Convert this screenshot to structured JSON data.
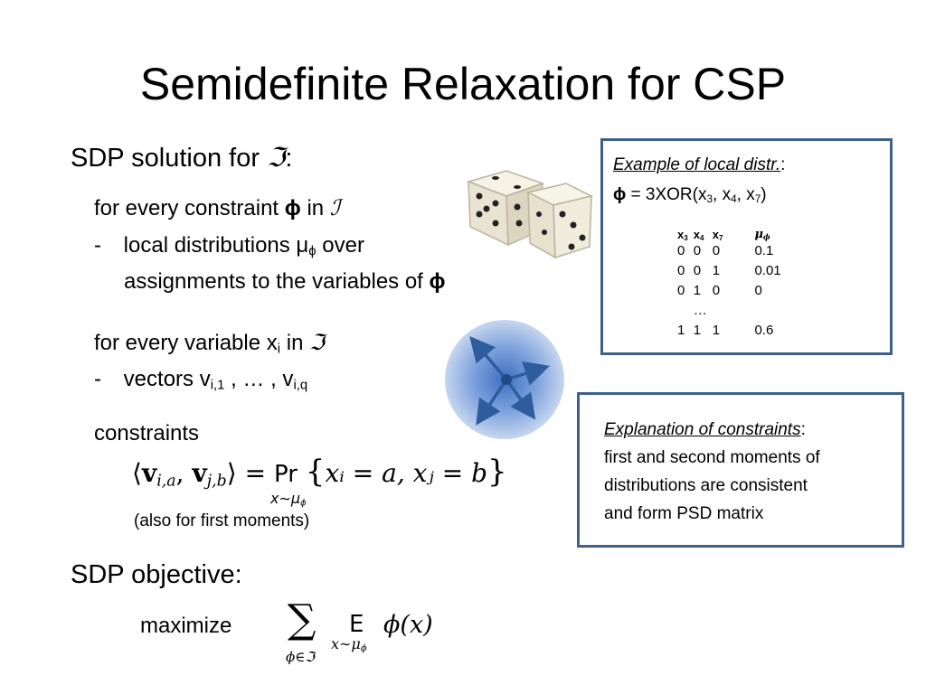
{
  "title": "Semidefinite Relaxation for CSP",
  "sdp_solution": {
    "heading": "SDP solution for",
    "heading_symbol": "ℑ",
    "colon": ":",
    "constraint_line": {
      "prefix": "for every constraint",
      "phi": "ϕ",
      "in": "in",
      "symbol": "ℐ"
    },
    "local_dist": {
      "dash": "-",
      "text_a": "local distributions μ",
      "sub": "ϕ",
      "text_b": "over"
    },
    "assignments": {
      "text": "assignments to the variables of",
      "phi": "ϕ"
    },
    "variable_line": {
      "prefix": "for every variable x",
      "sub": "i",
      "in": "in",
      "symbol": "ℑ"
    },
    "vectors": {
      "dash": "-",
      "text": "vectors v",
      "sub1": "i,1",
      "mid": ", … , v",
      "sub2": "i,q"
    },
    "constraints_label": "constraints",
    "formula": {
      "lhs_open": "⟨",
      "v1": "v",
      "v1_sub": "i,a",
      "comma": ",",
      "v2": "v",
      "v2_sub": "j,b",
      "lhs_close": "⟩",
      "eq": "=",
      "pr": "Pr",
      "pr_sub": "x∼μ",
      "pr_subsub": "ϕ",
      "set_open": "{",
      "body": "xᵢ = a, xⱼ = b",
      "set_close": "}"
    },
    "first_moments": "(also for first moments)"
  },
  "sdp_objective": {
    "heading": "SDP objective:",
    "maximize": "maximize",
    "sum": "∑",
    "sum_sub": "ϕ∈ℑ",
    "expect": "E",
    "expect_sub": "x∼μ",
    "expect_subsub": "ϕ",
    "term": "ϕ(x)"
  },
  "example_box": {
    "heading": "Example of local distr.",
    "colon": ":",
    "phi": "ϕ",
    "definition_a": " = 3XOR(x",
    "s1": "3",
    "c1": ", x",
    "s2": "4",
    "c2": ", x",
    "s3": "7",
    "close": ")",
    "table": {
      "headers": [
        "x3",
        "x4",
        "x7",
        "μϕ"
      ],
      "rows": [
        [
          "0",
          "0",
          "0",
          "0.1"
        ],
        [
          "0",
          "0",
          "1",
          "0.01"
        ],
        [
          "0",
          "1",
          "0",
          "0"
        ],
        [
          "",
          "…",
          "",
          ""
        ],
        [
          "1",
          "1",
          "1",
          "0.6"
        ]
      ]
    }
  },
  "explanation_box": {
    "heading": "Explanation of constraints",
    "colon": ":",
    "lines": [
      "first and second moments of",
      "distributions are consistent",
      "and form PSD matrix"
    ]
  },
  "icons": {
    "dice": "dice-icon",
    "vectors": "unit-vectors-icon"
  },
  "colors": {
    "box_border": "#3e6089",
    "arrow": "#3a6aa8",
    "sphere": "#6f9ad6"
  }
}
